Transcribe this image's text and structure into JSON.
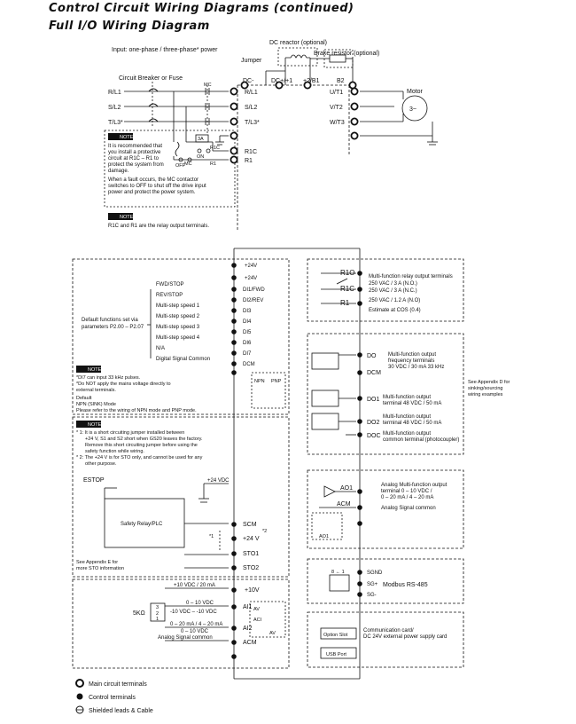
{
  "title": "Control Circuit Wiring Diagrams (continued)",
  "subtitle": "Full I/O Wiring Diagram",
  "main": {
    "input_label": "Input: one-phase / three-phase* power",
    "breaker_label": "Circuit Breaker or Fuse",
    "dc_reactor_label": "DC reactor (optional)",
    "brake_resistor_label": "Brake resistor (optional)",
    "jumper_label": "Jumper",
    "motor_label": "Motor",
    "motor_symbol": "3~",
    "mc_label": "MC",
    "line_labels": [
      "R/L1",
      "S/L2",
      "T/L3*"
    ],
    "drive_input_terminals": [
      "R/L1",
      "S/L2",
      "T/L3*"
    ],
    "dc_labels": [
      "DC-",
      "DC+/+1",
      "+2/B1",
      "B2"
    ],
    "output_terminals": [
      "U/T1",
      "V/T2",
      "W/T3"
    ],
    "relay_terminals": [
      "R1C",
      "R1"
    ],
    "relay_small_labels": [
      "R1C",
      "R1"
    ],
    "relay_contact_symbol": "3A",
    "on_label": "ON",
    "off_label": "OFF",
    "mc_small": "MC",
    "note_badge": "NOTE",
    "note1_lines": [
      "It is recommended that",
      "you install a protective",
      "circuit at R1C – R1 to",
      "protect the system from",
      "damage.",
      "When a fault occurs, the MC contactor",
      "switches to OFF to shut off the drive input",
      "power and protect the power system."
    ],
    "note2_text": "R1C and R1 are the relay output terminals."
  },
  "control": {
    "supply_terminals": [
      "+24V",
      "+24V"
    ],
    "di_terminals": [
      "DI1/FWD",
      "DI2/REV",
      "DI3",
      "DI4",
      "DI5",
      "DI6",
      "DI7",
      "DCM"
    ],
    "di_functions": [
      "FWD/STOP",
      "REV/STOP",
      "Multi-step speed 1",
      "Multi-step speed 2",
      "Multi-step speed 3",
      "Multi-step speed 4",
      "N/A",
      "Digital Signal Common"
    ],
    "default_functions_label": [
      "Default functions set via",
      "parameters P2.00 – P2.07"
    ],
    "note_badge": "NOTE",
    "note_di_lines": [
      "*DI7 can input 33 kHz pulses.",
      "*Do NOT apply the mains voltage directly to",
      "external terminals.",
      "Default",
      "NPN (SINK) Mode",
      "Please refer to the wiring of NPN mode and PNP mode."
    ],
    "switch_labels": [
      "NPN",
      "PNP"
    ],
    "note_sto_lines": [
      "* 1: It is a short circuiting jumper installed between",
      "+24 V, S1 and S2 short when GS20 leaves the factory.",
      "Remove this short circuiting jumper before using the",
      "safety function while wiring.",
      "* 2: The +24 V is for STO only, and cannot be used for any",
      "other purpose."
    ],
    "estop_label": "ESTOP",
    "v24dc_label": "+24 VDC",
    "safety_relay_label": "Safety Relay/PLC",
    "sto_terminals": [
      "SCM",
      "+24 V",
      "STO1",
      "STO2"
    ],
    "sto_marks": [
      "*1",
      "*2"
    ],
    "appendix_e": [
      "See Appendix E for",
      "more STO information"
    ],
    "analog_in_terminals": [
      "+10V",
      "AI1",
      "AI2",
      "ACM"
    ],
    "analog_labels": [
      "+10 VDC / 20 mA",
      "0 – 10 VDC",
      "-10 VDC – -10 VDC",
      "0 – 20 mA / 4 – 20 mA",
      "0 – 10 VDC",
      "Analog Signal common"
    ],
    "pot_label": "5KΩ",
    "pot_pins": [
      "3",
      "2",
      "1"
    ],
    "ai_switch_labels": [
      "AV",
      "ACI",
      "AV"
    ],
    "relay_out": {
      "terminals": [
        "R1O",
        "R1C",
        "R1"
      ],
      "lines": [
        "Multi-function relay output terminals",
        "250 VAC / 3 A (N.O.)",
        "250 VAC / 3 A (N.C.)",
        "250 VAC / 1.2 A (N.O)",
        "Estimate at COS (0.4)"
      ]
    },
    "do_terminals": [
      "DO",
      "DCM",
      "DO1",
      "DO2",
      "DOC"
    ],
    "do_lines": [
      "Multi-function output",
      "frequency terminals",
      "30 VDC / 30 mA 33 kHz"
    ],
    "do1_lines": [
      "Multi-function output",
      "terminal 48 VDC / 50 mA"
    ],
    "do2_lines": [
      "Multi-function output",
      "terminal 48 VDC / 50 mA"
    ],
    "doc_lines": [
      "Multi-function output",
      "common terminal (photocoupler)"
    ],
    "appendix_d": [
      "See Appendix D for",
      "sinking/sourcing",
      "wiring examples"
    ],
    "ao_terminals": [
      "AO1",
      "ACM"
    ],
    "ao_lines": [
      "Analog Multi-function output",
      "terminal 0 – 10 VDC /",
      "0 – 20 mA / 4 – 20 mA",
      "Analog Signal common"
    ],
    "ao_switch_label": "AO1",
    "rs485_terminals": [
      "SGND",
      "SG+",
      "SG-"
    ],
    "rs485_label": "Modbus RS-485",
    "rs485_pins": "8 ← 1",
    "option_slot": "Option Slot",
    "usb_port": "USB Port",
    "comm_lines": [
      "Communication card/",
      "DC 24V external power supply card"
    ]
  },
  "legend": {
    "items": [
      "Main circuit terminals",
      "Control terminals",
      "Shielded leads & Cable"
    ]
  }
}
